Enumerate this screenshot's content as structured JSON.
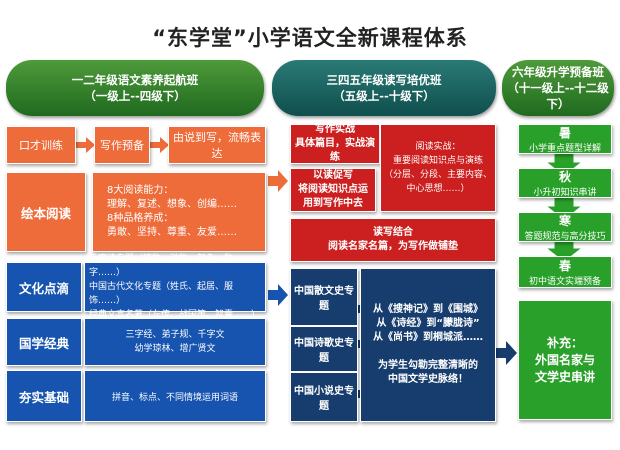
{
  "title": "“东学堂”小学语文全新课程体系",
  "headers": {
    "col1": {
      "line1": "一二年级语文素养起航班",
      "line2": "（一级上--四级下）"
    },
    "col2": {
      "line1": "三四五年级读写培优班",
      "line2": "（五级上--十级下）"
    },
    "col3": {
      "line1": "六年级升学预备班",
      "line2": "（十一级上--十二级下）"
    }
  },
  "col1": {
    "koucai": "口才训练",
    "xiezuo_yubei": "写作预备",
    "youshuo": "由说到写，流畅表达",
    "huiben": "绘本阅读",
    "huiben_detail": "8大阅读能力：\n理解、复述、想象、创编……\n8种品格养成：\n勇敢、坚持、尊重、友爱……",
    "wenhua": "文化点滴",
    "wenhua_detail": "千家诗专题（植物、动物、颜色、数字……）\n中国古代文化专题（姓氏、起居、服饰……）\n经典文言名著（左传、战国策、智囊……）",
    "guoxue": "国学经典",
    "guoxue_detail": "三字经、弟子规、千字文\n幼学琼林、增广贤文",
    "hangshi": "夯实基础",
    "hangshi_detail": "拼音、标点、不同情境运用词语"
  },
  "col2": {
    "xiezuo_shizhan": "写作实战\n具体篇目，实战演练",
    "yuedu_shizhan": "阅读实战：\n重要阅读知识点与演练\n（分层、分段、主要内容、\n中心思想……）",
    "yidu_cuxie": "以读促写\n将阅读知识点运\n用到写作中去",
    "duxie_jiehe": "读写结合\n阅读名家名篇，为写作做铺垫",
    "sanwen": "中国散文史专题",
    "shige": "中国诗歌史专题",
    "xiaoshuo": "中国小说史专题",
    "lit_detail": "从《搜神记》到《围城》\n从《诗经》到“朦胧诗”\n从《尚书》到桐城派……\n\n为学生勾勒完整清晰的\n中国文学史脉络！"
  },
  "col3": {
    "shu_title": "暑",
    "shu_detail": "小学重点题型详解",
    "qiu_title": "秋",
    "qiu_detail": "小升初知识串讲",
    "han_title": "寒",
    "han_detail": "答题规范与高分技巧",
    "chun_title": "春",
    "chun_detail": "初中语文实端预备",
    "buchong": "补充：\n外国名家与\n文学史串讲"
  },
  "colors": {
    "orange": "#ee6b3a",
    "blue": "#1654b0",
    "red": "#cc1f1f",
    "navy": "#173d6e",
    "green": "#29a029",
    "header_green": "#2f7d2a",
    "header_teal": "#145a58"
  }
}
